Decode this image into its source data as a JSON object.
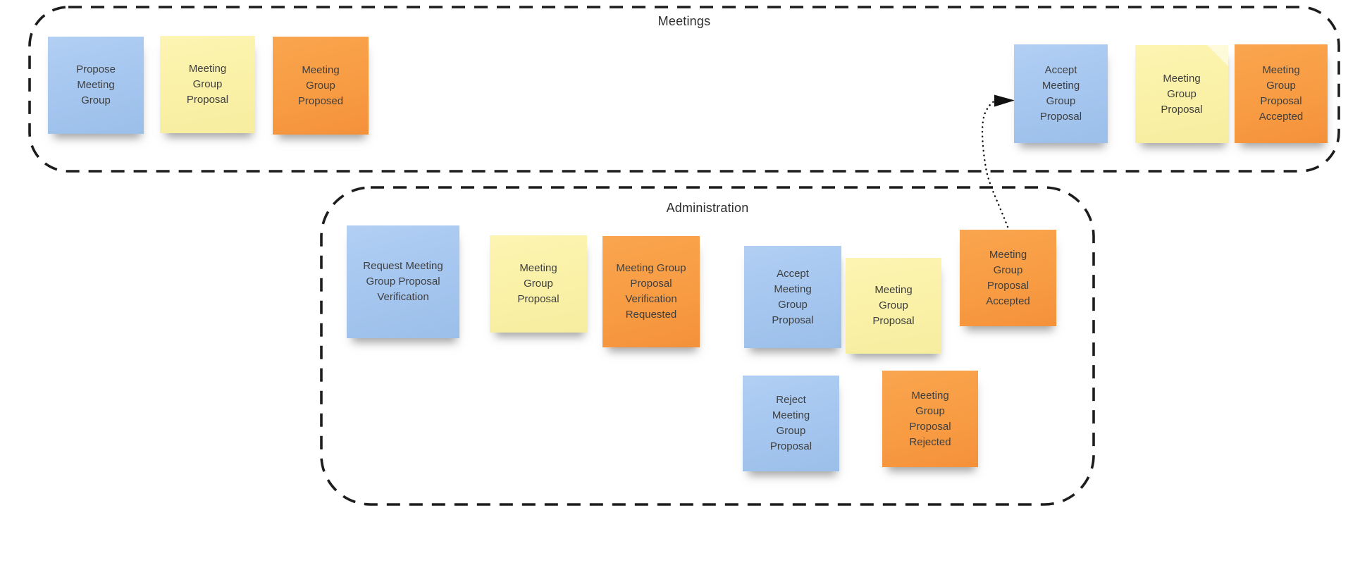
{
  "board": {
    "kind": "sticky-note-diagram",
    "colors": {
      "background": "#ffffff",
      "note_blue": "#a6c7f0",
      "note_yellow": "#faf1a7",
      "note_orange": "#f89c43",
      "note_text": "#3f3f3f",
      "region_outline": "#1d1d1d"
    }
  },
  "regions": [
    {
      "title": "Meetings",
      "notes": [
        {
          "label": "Propose Meeting Group",
          "color": "blue"
        },
        {
          "label": "Meeting Group Proposal",
          "color": "yellow"
        },
        {
          "label": "Meeting Group Proposed",
          "color": "orange"
        },
        {
          "label": "Accept Meeting Group Proposal",
          "color": "blue"
        },
        {
          "label": "Meeting Group Proposal",
          "color": "yellow"
        },
        {
          "label": "Meeting Group Proposal Accepted",
          "color": "orange"
        }
      ]
    },
    {
      "title": "Administration",
      "notes": [
        {
          "label": "Request Meeting Group Proposal Verification",
          "color": "blue"
        },
        {
          "label": "Meeting Group Proposal",
          "color": "yellow"
        },
        {
          "label": "Meeting Group Proposal Verification Requested",
          "color": "orange"
        },
        {
          "label": "Accept Meeting Group Proposal",
          "color": "blue"
        },
        {
          "label": "Meeting Group Proposal",
          "color": "yellow"
        },
        {
          "label": "Meeting Group Proposal Accepted",
          "color": "orange"
        },
        {
          "label": "Reject Meeting Group Proposal",
          "color": "blue"
        },
        {
          "label": "Meeting Group Proposal Rejected",
          "color": "orange"
        }
      ]
    }
  ],
  "connector": {
    "type": "dotted-arrow",
    "from": "Administration / Meeting Group Proposal Accepted",
    "to": "Meetings / Accept Meeting Group Proposal"
  }
}
